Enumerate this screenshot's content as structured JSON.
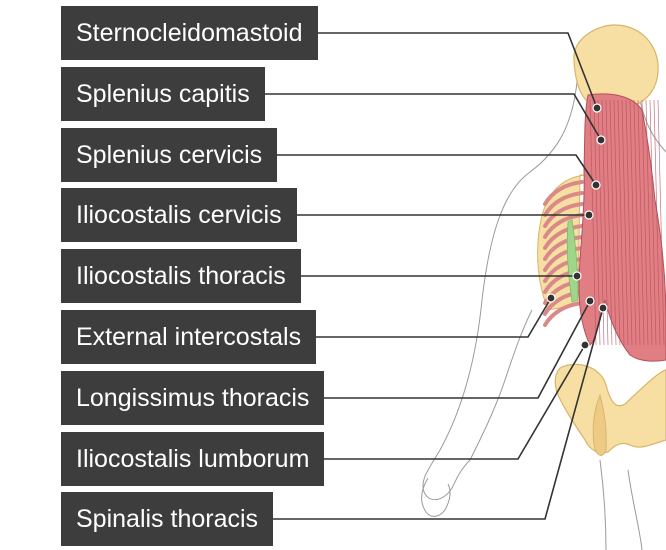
{
  "labels": [
    "Sternocleidomastoid",
    "Splenius capitis",
    "Splenius cervicis",
    "Iliocostalis cervicis",
    "Iliocostalis thoracis",
    "External intercostals",
    "Longissimus thoracis",
    "Iliocostalis lumborum",
    "Spinalis thoracis"
  ],
  "colors": {
    "label_bg": "#3d3d3d",
    "label_text": "#ffffff",
    "muscle": "#e07e84",
    "muscle_line": "#b5505a",
    "bone": "#f7dfa3",
    "bone_line": "#d8b56a",
    "intercostal_highlight": "#9fd68a",
    "leader_line": "#333333"
  }
}
